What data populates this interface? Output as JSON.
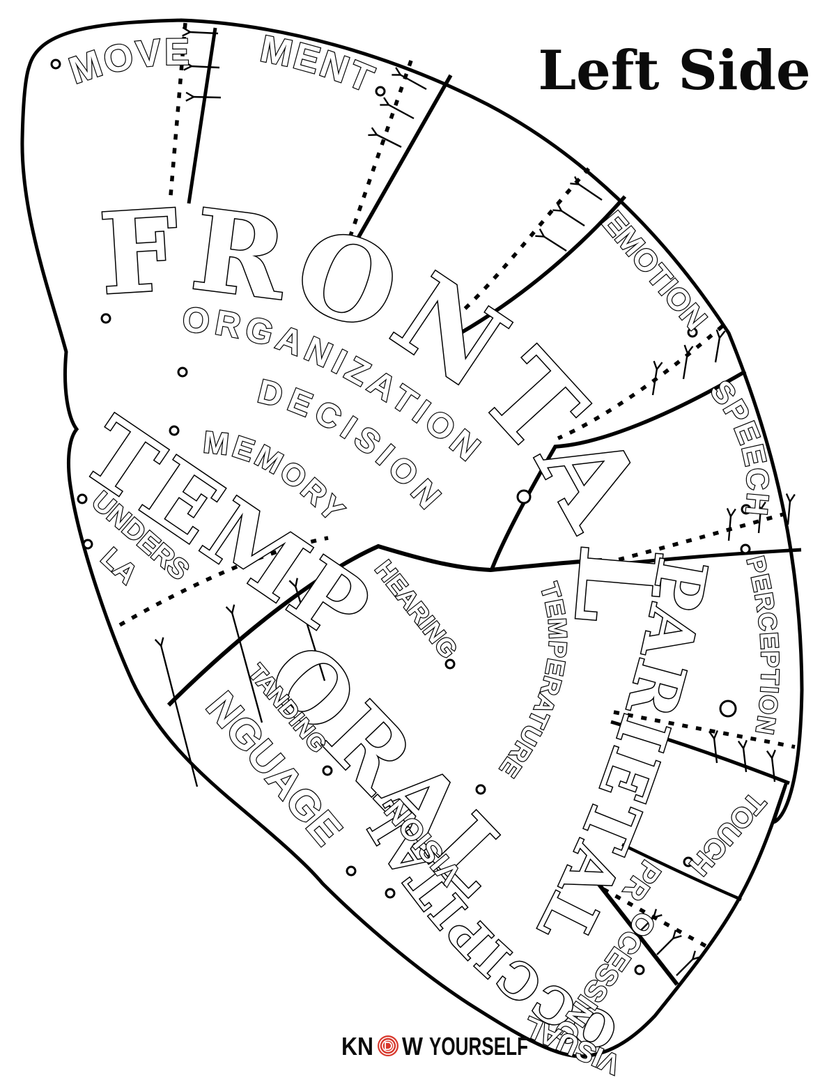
{
  "side_label": "Left Side",
  "brand": {
    "kn": "KN",
    "w": "W",
    "yourself": "YOURSELF",
    "fingerprint_color": "#d8382c"
  },
  "lobes": {
    "frontal": "FRONTAL",
    "temporal_top": "TEMP",
    "temporal_bottom": "ORAL",
    "parietal": "PARIETAL",
    "occipital": "OCCIPITAL"
  },
  "functions": {
    "movement_left": "MOVE",
    "movement_right": "MENT",
    "organization": "ORGANIZATION",
    "decision": "DECISION",
    "memory": "MEMORY",
    "emotion": "EMOTION",
    "speech": "SPEECH",
    "perception": "PERCEPTION",
    "touch": "TOUCH",
    "temperature": "TEMPERATURE",
    "hearing": "HEARING",
    "understanding_top": "UNDERS",
    "understanding_bottom": "TANDING",
    "language_top": "LA",
    "language_bottom": "NGUAGE",
    "vision": "VISION",
    "visual": "VISUAL",
    "processing_top": "PR",
    "processing_bottom": "OCESSING"
  }
}
